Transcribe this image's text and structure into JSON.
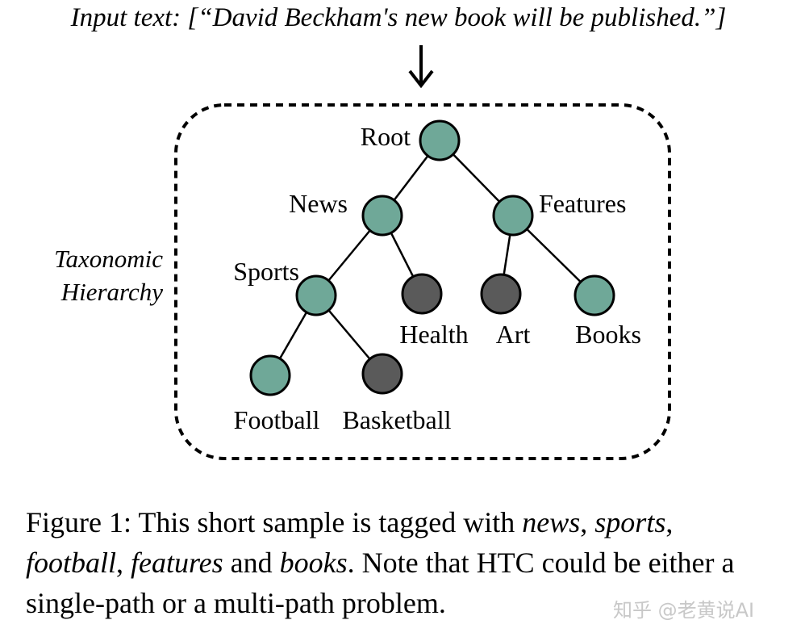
{
  "input_text": "Input text: [“David Beckham's new book will be published.”]",
  "hierarchy_label_line1": "Taxonomic",
  "hierarchy_label_line2": "Hierarchy",
  "colors": {
    "selected_node": "#6fa898",
    "unselected_node": "#5a5a5a",
    "edge": "#000000"
  },
  "nodes": {
    "root": {
      "label": "Root",
      "selected": true
    },
    "news": {
      "label": "News",
      "selected": true
    },
    "features": {
      "label": "Features",
      "selected": true
    },
    "sports": {
      "label": "Sports",
      "selected": true
    },
    "health": {
      "label": "Health",
      "selected": false
    },
    "art": {
      "label": "Art",
      "selected": false
    },
    "books": {
      "label": "Books",
      "selected": true
    },
    "football": {
      "label": "Football",
      "selected": true
    },
    "basketball": {
      "label": "Basketball",
      "selected": false
    }
  },
  "caption": {
    "prefix": "Figure 1: This short sample is tagged with ",
    "tag_news": "news",
    "sep1": ", ",
    "tag_sports": "sports",
    "sep2": ",",
    "tag_football": "football",
    "sep3": ", ",
    "tag_features": "features",
    "sep4": " and ",
    "tag_books": "books",
    "suffix": ". Note that HTC could be either a single-path or a multi-path problem."
  },
  "watermark": "知乎 @老黄说AI"
}
